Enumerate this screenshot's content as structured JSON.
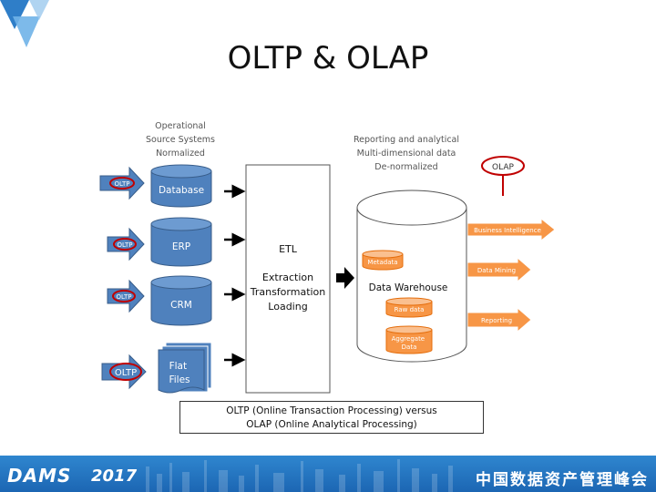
{
  "slide": {
    "title": "OLTP & OLAP",
    "left_note": [
      "Operational",
      "Source Systems",
      "Normalized"
    ],
    "right_note": [
      "Reporting and analytical",
      "Multi-dimensional data",
      "De-normalized"
    ],
    "sources": [
      "Database",
      "ERP",
      "CRM",
      "Flat Files"
    ],
    "oltp_tag": "OLTP",
    "olap_tag": "OLAP",
    "etl": {
      "title": "ETL",
      "steps": [
        "Extraction",
        "Transformation",
        "Loading"
      ]
    },
    "warehouse": {
      "label": "Data Warehouse",
      "parts": [
        "Metadata",
        "Raw data",
        "Aggregate Data"
      ]
    },
    "outputs": [
      "Business Intelligence",
      "Data Mining",
      "Reporting"
    ],
    "caption": [
      "OLTP (Online Transaction Processing) versus",
      "OLAP (Online Analytical Processing)"
    ]
  },
  "footer": {
    "brand": "DAMS",
    "year": "2017",
    "right_text": "中国数据资产管理峰会"
  },
  "colors": {
    "cylinder_blue": "#4f81bd",
    "cylinder_dark": "#385d8a",
    "orange": "#f79646",
    "tag_red": "#c00000",
    "footer_blue": "#1c66b3"
  }
}
